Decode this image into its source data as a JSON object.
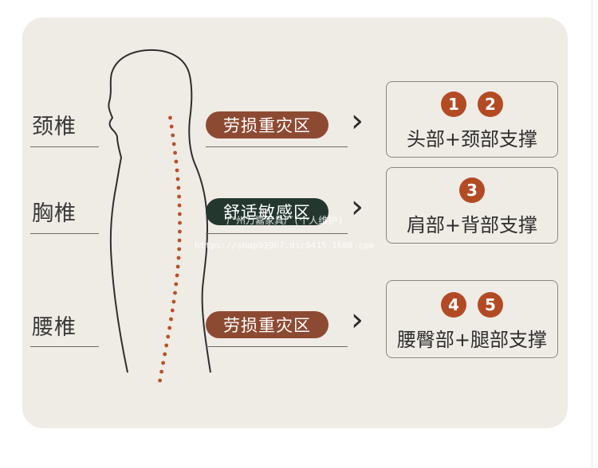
{
  "regions": [
    {
      "label": "颈椎",
      "zone": "劳损重灾区",
      "zone_style": "rust",
      "numbers": [
        "1",
        "2"
      ],
      "support": "头部+颈部支撑"
    },
    {
      "label": "胸椎",
      "zone": "舒适敏感区",
      "zone_style": "green",
      "numbers": [
        "3"
      ],
      "support": "肩部+背部支撑"
    },
    {
      "label": "腰椎",
      "zone": "劳损重灾区",
      "zone_style": "rust",
      "numbers": [
        "4",
        "5"
      ],
      "support": "腰臀部+腿部支撑"
    }
  ],
  "arrow_glyph": "›",
  "watermark": {
    "line1": "广州万嘉家具厂(个人维护)",
    "line2": "https://shop93967.dic9415.1688.com"
  },
  "colors": {
    "panel": "#efebe5",
    "rust": "#8d4a33",
    "green": "#23372f",
    "number_circle": "#b24b24",
    "spine_dots": "#b9502a"
  }
}
